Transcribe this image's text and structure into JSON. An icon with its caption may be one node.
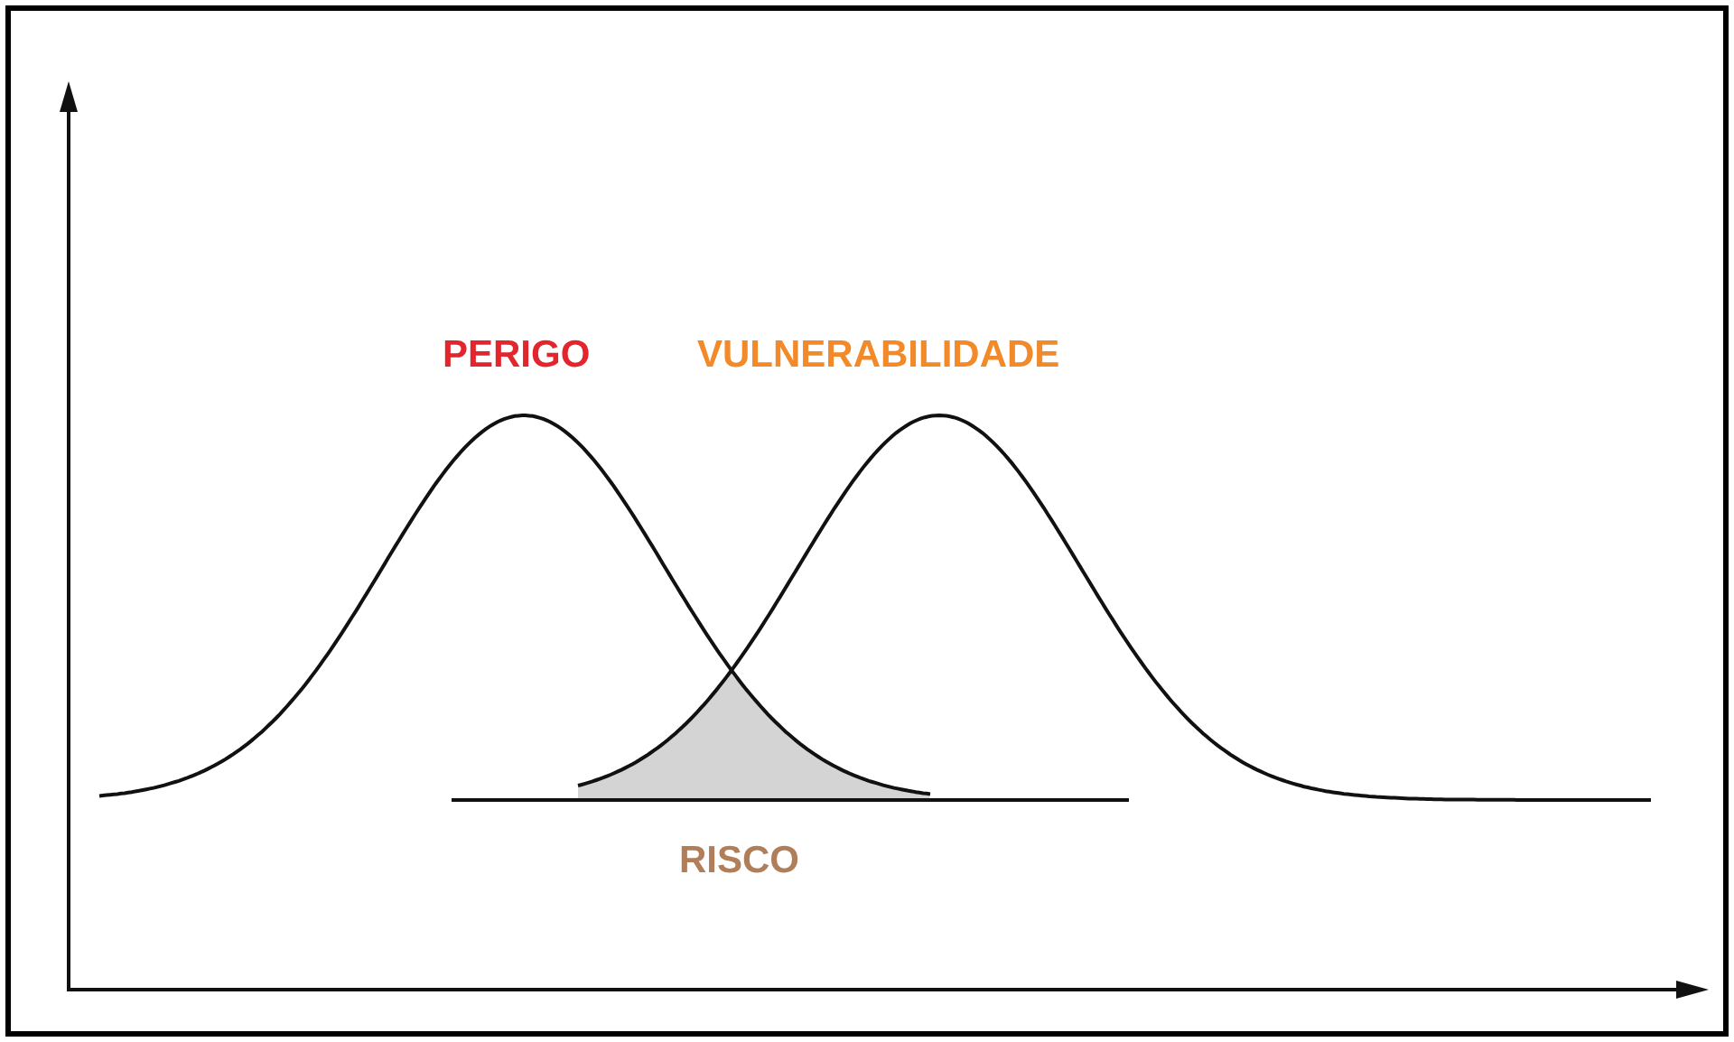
{
  "diagram": {
    "labels": [
      "PERIGO",
      "VULNERABILIDADE",
      "RISCO"
    ]
  }
}
